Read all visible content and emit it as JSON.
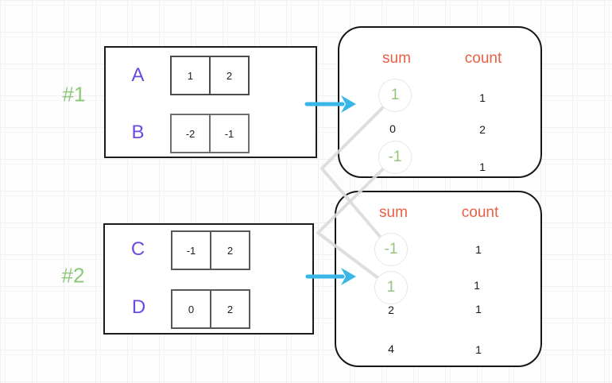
{
  "examples": [
    {
      "id": "#1",
      "arrays": [
        {
          "name": "A",
          "cells": [
            "1",
            "2"
          ]
        },
        {
          "name": "B",
          "cells": [
            "-2",
            "-1"
          ]
        }
      ],
      "result": {
        "sum_header": "sum",
        "count_header": "count",
        "rows": [
          {
            "sum": "1",
            "count": "1",
            "highlighted": true
          },
          {
            "sum": "0",
            "count": "2",
            "highlighted": false
          },
          {
            "sum": "-1",
            "count": "1",
            "highlighted": true
          }
        ]
      }
    },
    {
      "id": "#2",
      "arrays": [
        {
          "name": "C",
          "cells": [
            "-1",
            "2"
          ]
        },
        {
          "name": "D",
          "cells": [
            "0",
            "2"
          ]
        }
      ],
      "result": {
        "sum_header": "sum",
        "count_header": "count",
        "rows": [
          {
            "sum": "-1",
            "count": "1",
            "highlighted": true
          },
          {
            "sum": "1",
            "count": "1",
            "highlighted": true
          },
          {
            "sum": "2",
            "count": "1",
            "highlighted": false
          },
          {
            "sum": "4",
            "count": "1",
            "highlighted": false
          }
        ]
      }
    }
  ],
  "connections": [
    {
      "from_example": "#1",
      "from_sum": "1",
      "to_example": "#2",
      "to_sum": "-1"
    },
    {
      "from_example": "#1",
      "from_sum": "-1",
      "to_example": "#2",
      "to_sum": "1"
    }
  ],
  "colors": {
    "header_orange": "#e85f44",
    "highlight_green": "#94c47e",
    "array_label_purple": "#6c48e4",
    "example_label_green": "#8dc878",
    "arrow_blue": "#38b6e6",
    "connector_gray": "#dadada"
  }
}
